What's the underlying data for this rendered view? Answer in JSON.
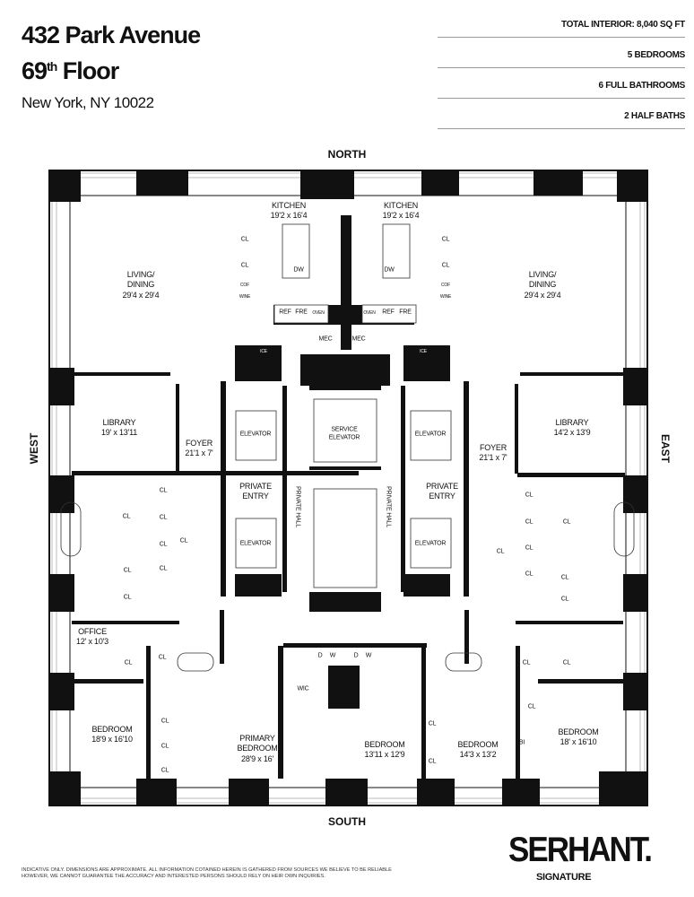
{
  "header": {
    "building": "432 Park Avenue",
    "floor_num": "69",
    "floor_sup": "th",
    "floor_word": "Floor",
    "address": "New York, NY 10022"
  },
  "stats": [
    "TOTAL INTERIOR: 8,040  SQ FT",
    "5 BEDROOMS",
    "6 FULL BATHROOMS",
    "2 HALF BATHS"
  ],
  "compass": {
    "north": "NORTH",
    "south": "SOUTH",
    "west": "WEST",
    "east": "EAST"
  },
  "rooms": {
    "kitchen_w": {
      "name": "KITCHEN",
      "dim": "19'2 x 16'4"
    },
    "kitchen_e": {
      "name": "KITCHEN",
      "dim": "19'2 x 16'4"
    },
    "living_w": {
      "name": "LIVING/",
      "name2": "DINING",
      "dim": "29'4 x 29'4"
    },
    "living_e": {
      "name": "LIVING/",
      "name2": "DINING",
      "dim": "29'4 x 29'4"
    },
    "library_w": {
      "name": "LIBRARY",
      "dim": "19' x 13'11"
    },
    "library_e": {
      "name": "LIBRARY",
      "dim": "14'2 x 13'9"
    },
    "foyer_w": {
      "name": "FOYER",
      "dim": "21'1 x 7'"
    },
    "foyer_e": {
      "name": "FOYER",
      "dim": "21'1 x 7'"
    },
    "entry_w": {
      "name": "PRIVATE",
      "name2": "ENTRY"
    },
    "entry_e": {
      "name": "PRIVATE",
      "name2": "ENTRY"
    },
    "hall_w": "PRIVATE HALL",
    "hall_e": "PRIVATE HALL",
    "elevator": "ELEVATOR",
    "service_elevator": {
      "name": "SERVICE",
      "name2": "ELEVATOR"
    },
    "mec": "MEC",
    "ice": "ICE",
    "ref": "REF",
    "fre": "FRE",
    "oven": "OVEN",
    "dw": "DW",
    "cl": "CL",
    "cof": "COF",
    "wine": "WINE",
    "office": {
      "name": "OFFICE",
      "dim": "12' x 10'3"
    },
    "bedroom_sw": {
      "name": "BEDROOM",
      "dim": "18'9 x 16'10"
    },
    "primary": {
      "name": "PRIMARY",
      "name2": "BEDROOM",
      "dim": "28'9 x 16'"
    },
    "bedroom_s1": {
      "name": "BEDROOM",
      "dim": "13'11 x 12'9"
    },
    "bedroom_s2": {
      "name": "BEDROOM",
      "dim": "14'3 x 13'2"
    },
    "bedroom_se": {
      "name": "BEDROOM",
      "dim": "18' x 16'10"
    },
    "bi": "BI",
    "wic": "WIC",
    "d": "D",
    "w": "W"
  },
  "disclaimer": [
    "INDICATIVE ONLY. DIMENSIONS ARE APPROXIMATE. ALL INFORMATION COTAINED HEREIN IS GATHERED FROM SOURCES WE BELIEVE TO BE RELIABLE",
    "HOWEVER, WE CANNOT GUARANTEE THE ACCURACY AND INTERESTED PERSONS SHOULD RELY ON HEIR OWN INQUIRIES."
  ],
  "brand": {
    "logo": "SERHANT.",
    "sub": "SIGNATURE"
  }
}
